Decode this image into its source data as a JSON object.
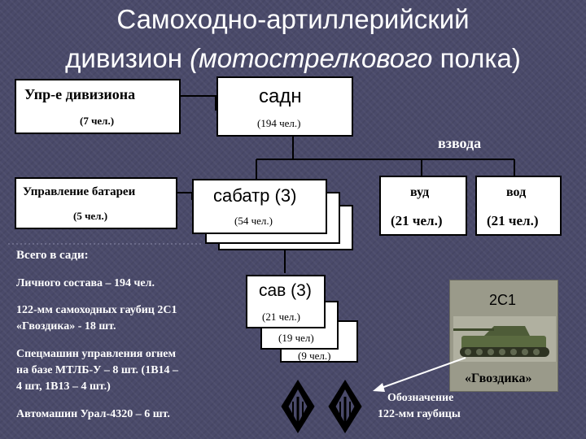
{
  "title": {
    "line1": "Самоходно-артиллерийский",
    "line2_main": "дивизион",
    "line2_paren": "(мотострелкового",
    "line2_end": "полка)"
  },
  "boxes": {
    "upr_div": {
      "name": "Упр-е дивизиона",
      "count": "(7 чел.)"
    },
    "sadn": {
      "name": "садн",
      "count": "(194 чел.)"
    },
    "vzvoda_label": "взвода",
    "upr_bat": {
      "name": "Управление батареи",
      "count": "(5 чел.)"
    },
    "sabatr": {
      "name": "сабатр  (3)",
      "count": "(54 чел.)"
    },
    "vud": {
      "name": "вуд",
      "count": "(21 чел.)"
    },
    "vod": {
      "name": "вод",
      "count": "(21 чел.)"
    },
    "sav": {
      "name": "сав (3)",
      "count": "(21 чел.)",
      "count2": "(19 чел)",
      "count3": "(9 чел.)"
    }
  },
  "summary": {
    "heading": "Всего в сади:",
    "personnel": "Личного состава – 194 чел.",
    "howitzers_1": "122-мм самоходных гаубиц 2С1",
    "howitzers_2": "«Гвоздика» - 18 шт.",
    "special_1": "Спецмашин управления огнем",
    "special_2": "на базе МТЛБ-У – 8 шт. (1В14 –",
    "special_3": "4 шт, 1В13 – 4 шт.)",
    "trucks": "Автомашин Урал-4320 – 6 шт."
  },
  "vehicle": {
    "model": "2С1",
    "name": "«Гвоздика»",
    "caption_1": "Обозначение",
    "caption_2": "122-мм гаубицы"
  },
  "colors": {
    "background": "#4a4a6a",
    "panel": "#9a9a8a",
    "vehicle": "#5a6a40"
  }
}
